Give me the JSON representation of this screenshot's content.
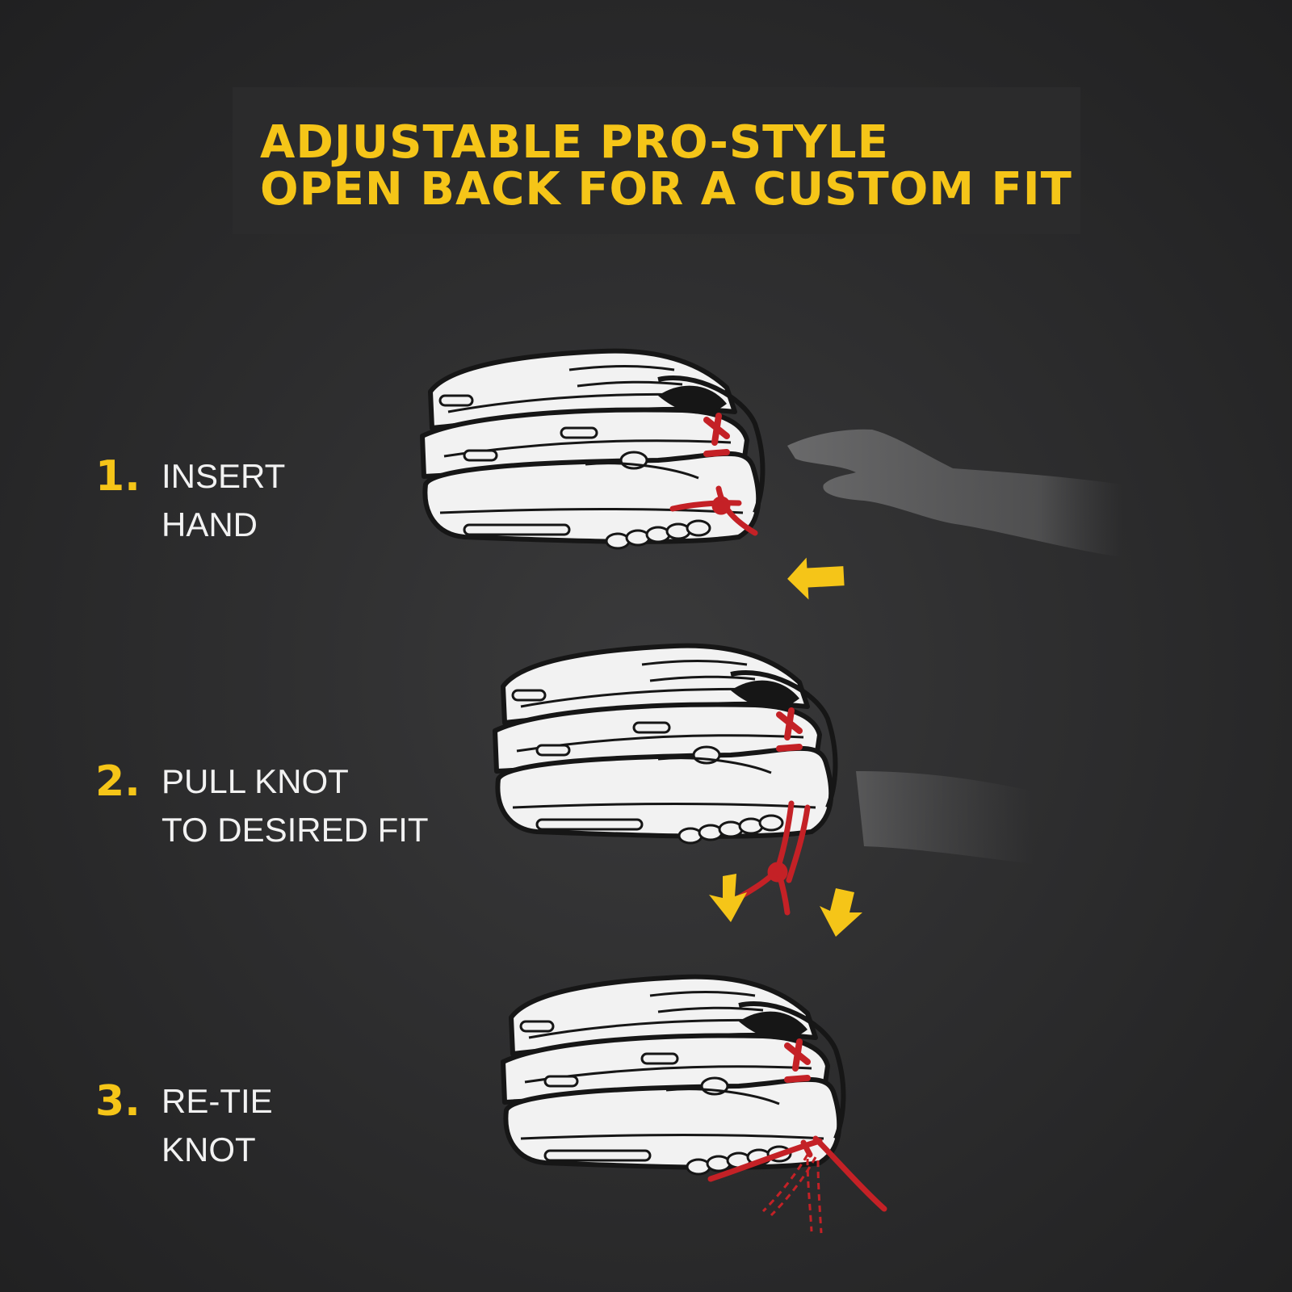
{
  "heading": {
    "line1": "ADJUSTABLE PRO-STYLE",
    "line2": "OPEN BACK FOR A CUSTOM FIT"
  },
  "steps": [
    {
      "number": "1.",
      "line1": "INSERT",
      "line2": "HAND"
    },
    {
      "number": "2.",
      "line1": "PULL KNOT",
      "line2": "TO DESIRED FIT"
    },
    {
      "number": "3.",
      "line1": "RE-TIE",
      "line2": "KNOT"
    }
  ],
  "colors": {
    "accent_yellow": "#f5c518",
    "lace_red": "#c42126",
    "glove_white": "#f2f2f2",
    "background": "#2e2e2f"
  },
  "icons": [
    "glove-illustration",
    "hand-silhouette",
    "arrow-left-icon",
    "arrow-down-icon"
  ]
}
